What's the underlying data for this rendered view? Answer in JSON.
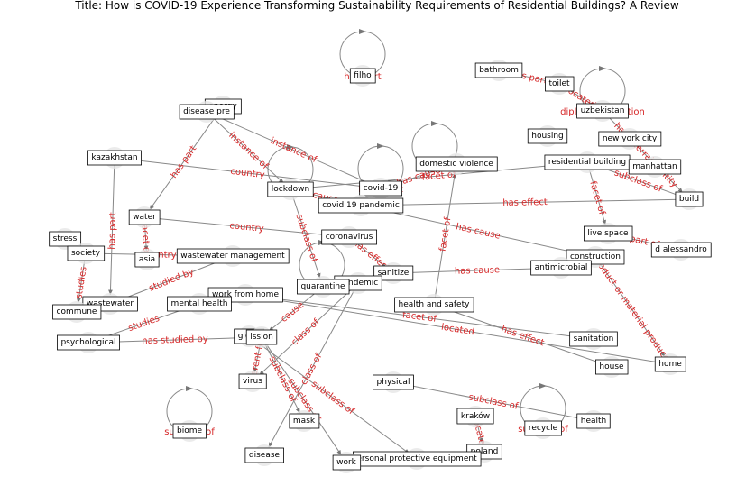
{
  "title": "Title: How is COVID-19 Experience Transforming Sustainability Requirements of Residential Buildings? A Review",
  "nodes": [
    {
      "id": "filho",
      "label": "filho"
    },
    {
      "id": "bathroom",
      "label": "bathroom"
    },
    {
      "id": "toilet",
      "label": "toilet"
    },
    {
      "id": "uzbekistan",
      "label": "uzbekistan"
    },
    {
      "id": "energy",
      "label": "energy"
    },
    {
      "id": "disease_pre",
      "label": "disease pre"
    },
    {
      "id": "housing",
      "label": "housing"
    },
    {
      "id": "new_york_city",
      "label": "new york city"
    },
    {
      "id": "kazakhstan",
      "label": "kazakhstan"
    },
    {
      "id": "domestic_violence",
      "label": "domestic violence"
    },
    {
      "id": "residential_building",
      "label": "residential building"
    },
    {
      "id": "manhattan",
      "label": "manhattan"
    },
    {
      "id": "lockdown",
      "label": "lockdown"
    },
    {
      "id": "covid19",
      "label": "covid-19"
    },
    {
      "id": "build",
      "label": "build"
    },
    {
      "id": "covid19_pandemic",
      "label": "covid 19 pandemic"
    },
    {
      "id": "water",
      "label": "water"
    },
    {
      "id": "live_space",
      "label": "live space"
    },
    {
      "id": "stress",
      "label": "stress"
    },
    {
      "id": "d_alessandro",
      "label": "d alessandro"
    },
    {
      "id": "coronavirus",
      "label": "coronavirus"
    },
    {
      "id": "society",
      "label": "society"
    },
    {
      "id": "wastewater_management",
      "label": "wastewater management"
    },
    {
      "id": "asia",
      "label": "asia"
    },
    {
      "id": "construction",
      "label": "construction"
    },
    {
      "id": "sanitize",
      "label": "sanitize"
    },
    {
      "id": "antimicrobial",
      "label": "antimicrobial"
    },
    {
      "id": "pandemic",
      "label": "pandemic"
    },
    {
      "id": "quarantine",
      "label": "quarantine"
    },
    {
      "id": "work_from_home",
      "label": "work from home"
    },
    {
      "id": "health_and_safety",
      "label": "health and safety"
    },
    {
      "id": "wastewater",
      "label": "wastewater"
    },
    {
      "id": "mental_health",
      "label": "mental health"
    },
    {
      "id": "commune",
      "label": "commune"
    },
    {
      "id": "psychological",
      "label": "psychological"
    },
    {
      "id": "glove",
      "label": "glove"
    },
    {
      "id": "transmission",
      "label": "ission"
    },
    {
      "id": "sanitation",
      "label": "sanitation"
    },
    {
      "id": "home",
      "label": "home"
    },
    {
      "id": "house",
      "label": "house"
    },
    {
      "id": "virus",
      "label": "virus"
    },
    {
      "id": "physical",
      "label": "physical"
    },
    {
      "id": "krakow",
      "label": "kraków"
    },
    {
      "id": "health",
      "label": "health"
    },
    {
      "id": "mask",
      "label": "mask"
    },
    {
      "id": "recycle",
      "label": "recycle"
    },
    {
      "id": "biome",
      "label": "biome"
    },
    {
      "id": "poland",
      "label": "poland"
    },
    {
      "id": "disease",
      "label": "disease"
    },
    {
      "id": "ppe",
      "label": "ersonal protective equipment"
    },
    {
      "id": "work",
      "label": "work"
    }
  ],
  "edges": [
    {
      "from": "filho",
      "to": "filho",
      "label": "has part"
    },
    {
      "from": "bathroom",
      "to": "toilet",
      "label": "has part"
    },
    {
      "from": "toilet",
      "to": "uzbekistan",
      "label": "located"
    },
    {
      "from": "uzbekistan",
      "to": "uzbekistan",
      "label": "diplomatic relation"
    },
    {
      "from": "uzbekistan",
      "to": "build",
      "label": "has a terrain entity"
    },
    {
      "from": "energy",
      "to": "water",
      "label": "has part"
    },
    {
      "from": "kazakhstan",
      "to": "covid19",
      "label": "country"
    },
    {
      "from": "kazakhstan",
      "to": "wastewater",
      "label": "has part"
    },
    {
      "from": "disease_pre",
      "to": "lockdown",
      "label": "instance of"
    },
    {
      "from": "disease_pre",
      "to": "covid19",
      "label": "instance of"
    },
    {
      "from": "lockdown",
      "to": "lockdown",
      "label": "has effect"
    },
    {
      "from": "lockdown",
      "to": "residential_building",
      "label": "facet of"
    },
    {
      "from": "covid19",
      "to": "covid19",
      "label": "has effect"
    },
    {
      "from": "covid19",
      "to": "domestic_violence",
      "label": "has cause"
    },
    {
      "from": "domestic_violence",
      "to": "domestic_violence",
      "label": "subclass of"
    },
    {
      "from": "residential_building",
      "to": "build",
      "label": "subclass of"
    },
    {
      "from": "residential_building",
      "to": "live_space",
      "label": "facet of"
    },
    {
      "from": "lockdown",
      "to": "quarantine",
      "label": "subclass of"
    },
    {
      "from": "covid19_pandemic",
      "to": "build",
      "label": "has effect"
    },
    {
      "from": "covid19_pandemic",
      "to": "lockdown",
      "label": "cause"
    },
    {
      "from": "covid19_pandemic",
      "to": "construction",
      "label": "has cause"
    },
    {
      "from": "water",
      "to": "asia",
      "label": "facet of"
    },
    {
      "from": "water",
      "to": "coronavirus",
      "label": "country"
    },
    {
      "from": "coronavirus",
      "to": "sanitize",
      "label": "has effect"
    },
    {
      "from": "society",
      "to": "wastewater_management",
      "label": "country"
    },
    {
      "from": "wastewater_management",
      "to": "wastewater",
      "label": "studied by"
    },
    {
      "from": "society",
      "to": "commune",
      "label": "studies"
    },
    {
      "from": "live_space",
      "to": "d_alessandro",
      "label": "part of"
    },
    {
      "from": "health_and_safety",
      "to": "domestic_violence",
      "label": "facet of"
    },
    {
      "from": "construction",
      "to": "home",
      "label": "product or material produced"
    },
    {
      "from": "pandemic",
      "to": "pandemic",
      "label": "has effect"
    },
    {
      "from": "work_from_home",
      "to": "home",
      "label": "located"
    },
    {
      "from": "work_from_home",
      "to": "sanitation",
      "label": "facet of"
    },
    {
      "from": "mental_health",
      "to": "psychological",
      "label": "studies"
    },
    {
      "from": "psychological",
      "to": "transmission",
      "label": "has studied by"
    },
    {
      "from": "transmission",
      "to": "virus",
      "label": "different from"
    },
    {
      "from": "transmission",
      "to": "mask",
      "label": "subclass of"
    },
    {
      "from": "transmission",
      "to": "work",
      "label": "subclass of"
    },
    {
      "from": "quarantine",
      "to": "transmission",
      "label": "cause"
    },
    {
      "from": "pandemic",
      "to": "virus",
      "label": "class of"
    },
    {
      "from": "health_and_safety",
      "to": "house",
      "label": "has effect"
    },
    {
      "from": "physical",
      "to": "health",
      "label": "subclass of"
    },
    {
      "from": "recycle",
      "to": "recycle",
      "label": "subclass of"
    },
    {
      "from": "krakow",
      "to": "poland",
      "label": "located"
    },
    {
      "from": "biome",
      "to": "biome",
      "label": "subclass of"
    },
    {
      "from": "glove",
      "to": "ppe",
      "label": "subclass of"
    },
    {
      "from": "pandemic",
      "to": "disease",
      "label": "class of"
    },
    {
      "from": "sanitize",
      "to": "antimicrobial",
      "label": "has cause"
    }
  ]
}
